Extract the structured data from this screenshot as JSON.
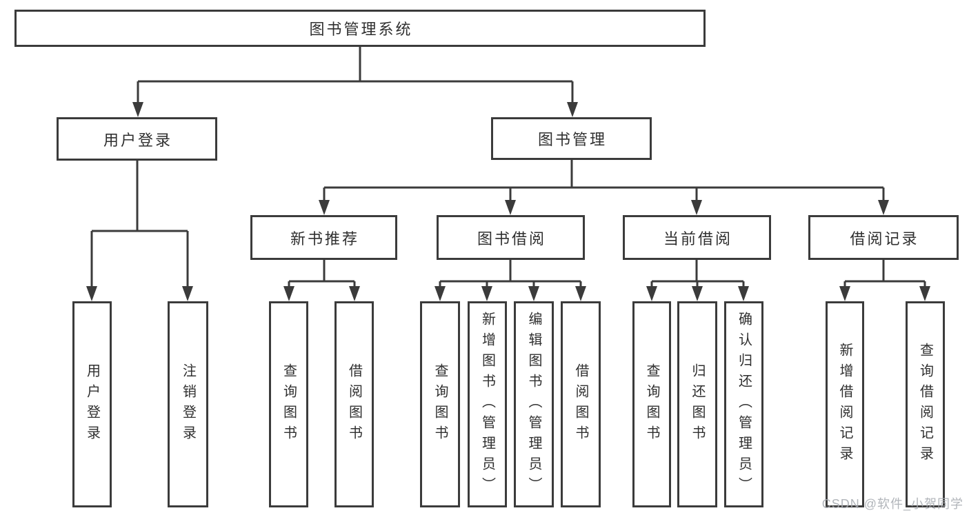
{
  "diagram": {
    "root": {
      "label": "图书管理系统"
    },
    "level2": [
      {
        "label": "用户登录"
      },
      {
        "label": "图书管理"
      }
    ],
    "level3": [
      {
        "label": "新书推荐"
      },
      {
        "label": "图书借阅"
      },
      {
        "label": "当前借阅"
      },
      {
        "label": "借阅记录"
      }
    ],
    "leaves": [
      {
        "label": "用户登录"
      },
      {
        "label": "注销登录"
      },
      {
        "label": "查询图书"
      },
      {
        "label": "借阅图书"
      },
      {
        "label": "查询图书"
      },
      {
        "label": "新增图书（管理员）"
      },
      {
        "label": "编辑图书（管理员）"
      },
      {
        "label": "借阅图书"
      },
      {
        "label": "查询图书"
      },
      {
        "label": "归还图书"
      },
      {
        "label": "确认归还（管理员）"
      },
      {
        "label": "新增借阅记录"
      },
      {
        "label": "查询借阅记录"
      }
    ]
  },
  "watermark": {
    "text": "CSDN @软件_小贺同学"
  },
  "colors": {
    "line": "#3b3b3b",
    "box_border": "#3b3b3b",
    "text": "#2f2f2f",
    "watermark": "#a9adb3",
    "background": "#ffffff"
  }
}
